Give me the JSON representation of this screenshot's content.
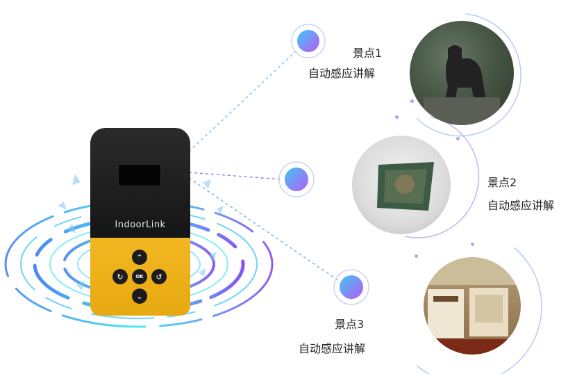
{
  "device": {
    "brand": "IndoorLink",
    "buttons": {
      "up": "⌃",
      "down": "⌄",
      "left": "↻",
      "ok": "OK",
      "right": "↺"
    }
  },
  "spots": [
    {
      "name": "景点1",
      "desc": "自动感应讲解"
    },
    {
      "name": "景点2",
      "desc": "自动感应讲解"
    },
    {
      "name": "景点3",
      "desc": "自动感应讲解"
    }
  ],
  "colors": {
    "device_top": "#1d1d1d",
    "device_bottom": "#f0b01a",
    "ring_blue": "#2fa8f5",
    "ring_cyan": "#2ee6ef",
    "ring_purple": "#7b3ff0",
    "node_gradient_start": "#3fc6f7",
    "node_gradient_end": "#b65cf2"
  }
}
